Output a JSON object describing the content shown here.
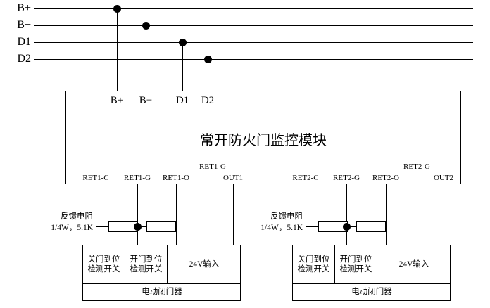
{
  "diagram": {
    "title_module": "常开防火门监控模块",
    "bus_labels": [
      {
        "name": "B+",
        "text": "B+"
      },
      {
        "name": "B-",
        "text": "B−"
      },
      {
        "name": "D1",
        "text": "D1"
      },
      {
        "name": "D2",
        "text": "D2"
      }
    ],
    "module_pins": [
      {
        "text": "B+"
      },
      {
        "text": "B−"
      },
      {
        "text": "D1"
      },
      {
        "text": "D2"
      }
    ],
    "terminals_left": [
      {
        "text": "RET1-C"
      },
      {
        "text": "RET1-G"
      },
      {
        "text": "RET1-O"
      },
      {
        "text": "OUT1"
      }
    ],
    "terminals_right": [
      {
        "text": "RET2-C"
      },
      {
        "text": "RET2-G"
      },
      {
        "text": "RET2-O"
      },
      {
        "text": "OUT2"
      }
    ],
    "terminal_upper_left": "RET1-G",
    "terminal_upper_right": "RET2-G",
    "resistor_label_line1": "反馈电阻",
    "resistor_label_line2": "1/4W，5.1K",
    "device_cells": [
      {
        "text": "关门到位\n检测开关"
      },
      {
        "text": "开门到位\n检测开关"
      },
      {
        "text": "24V输入"
      }
    ],
    "device_footer": "电动闭门器",
    "colors": {
      "stroke": "#000000",
      "background": "#ffffff"
    }
  }
}
